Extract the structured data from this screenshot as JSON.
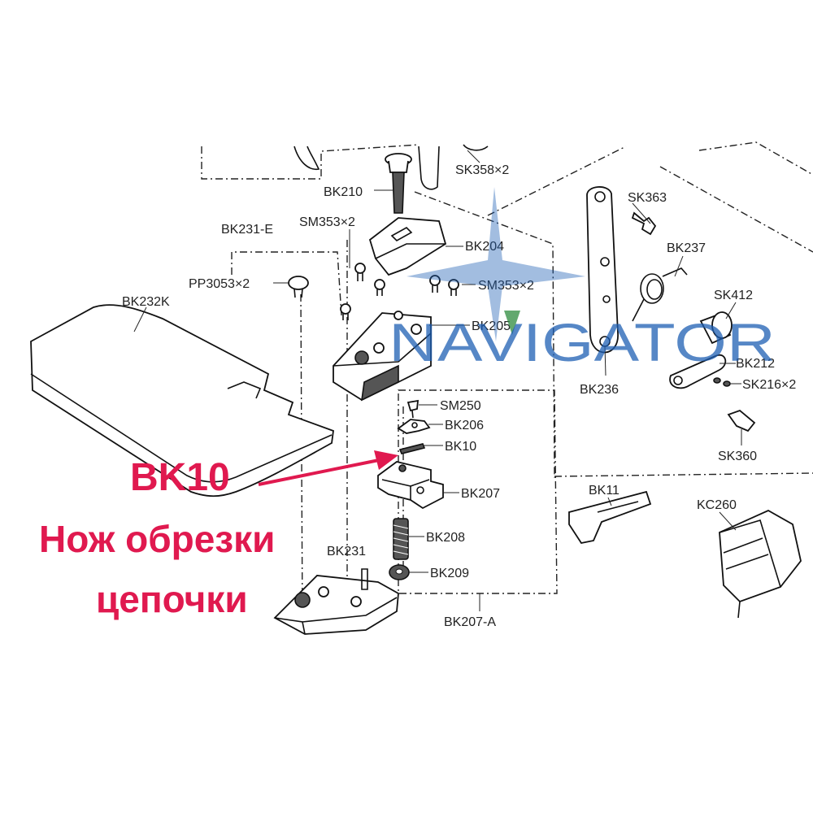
{
  "labels": {
    "sk358": "SK358×2",
    "bk210": "BK210",
    "bk231e": "BK231-E",
    "sm353a": "SM353×2",
    "bk204": "BK204",
    "pp3053": "PP3053×2",
    "sm353b": "SM353×2",
    "bk205": "BK205",
    "bk232k": "BK232K",
    "sm250": "SM250",
    "bk206": "BK206",
    "bk10": "BK10",
    "bk207": "BK207",
    "bk208": "BK208",
    "bk209": "BK209",
    "bk231": "BK231",
    "bk207a": "BK207-A",
    "sk363": "SK363",
    "bk237": "BK237",
    "sk412": "SK412",
    "bk212": "BK212",
    "sk216": "SK216×2",
    "bk236": "BK236",
    "sk360": "SK360",
    "bk11": "BK11",
    "kc260": "KC260"
  },
  "callout": {
    "code": "BK10",
    "line1": "Нож обрезки",
    "line2": "цепочки",
    "color": "#e0194f"
  },
  "watermark": {
    "text": "NAVIGATOR",
    "color": "#1e5fb4"
  }
}
